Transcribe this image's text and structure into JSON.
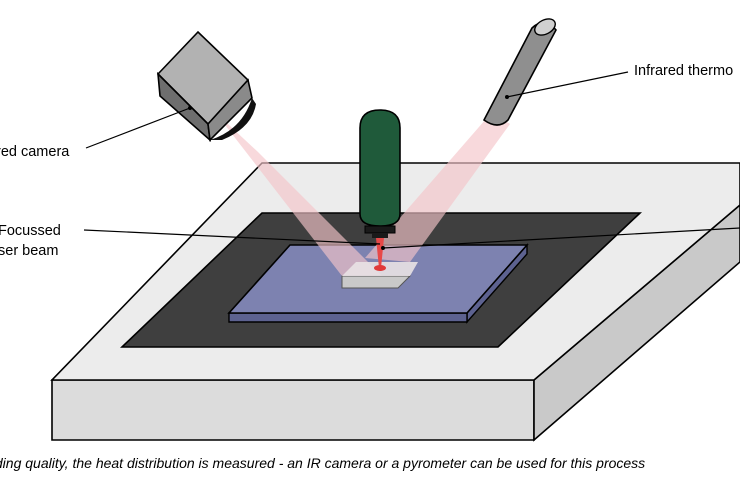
{
  "labels": {
    "ir_thermometer": "Infrared thermo",
    "ir_camera": "red camera",
    "laser_line1": "Focussed",
    "laser_line2": "ser beam"
  },
  "caption": "elding quality, the heat distribution is measured - an IR camera or a pyrometer can be used for this process",
  "colors": {
    "frame_top": "#e8e8e8",
    "frame_side": "#cfcfcf",
    "frame_front": "#d9d9d9",
    "inner_dark": "#3d3d3d",
    "plate": "#7a80ad",
    "camera_body": "#808080",
    "camera_lens": "#111111",
    "thermo_body": "#909090",
    "laser_head": "#1e5638",
    "ir_cone": "#f4c4c9",
    "laser_spot": "#e03a3a"
  },
  "icons": {
    "camera": "ir-camera-icon",
    "thermometer": "ir-thermometer-icon",
    "laser": "laser-head-icon"
  }
}
